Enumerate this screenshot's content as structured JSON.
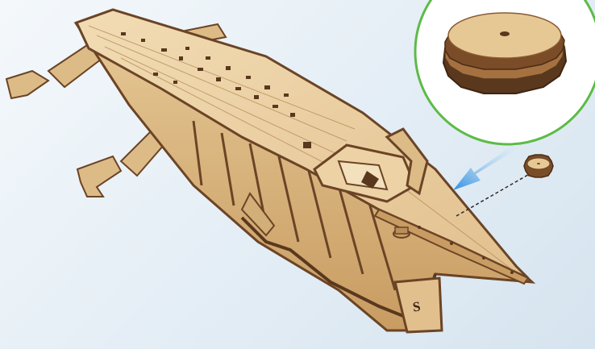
{
  "scene": {
    "background_color": "#e3edf5",
    "wood_light": "#e8cfa4",
    "wood_mid": "#d2ae78",
    "wood_dark": "#6b4426",
    "callout_ring_color": "#5dbb46",
    "arrow_color": "#3fa0e6"
  },
  "hull": {
    "stern_mark": "S"
  },
  "icons": {
    "zoom_callout": "magnified-gear-part",
    "insert_arrow": "blue-arrow-icon",
    "small_part": "gear-part"
  }
}
